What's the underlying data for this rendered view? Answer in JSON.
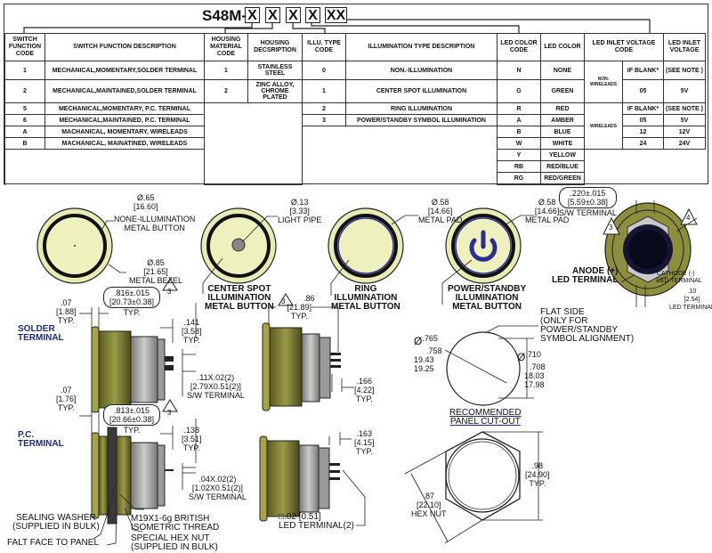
{
  "part_number": {
    "prefix": "S48M-",
    "fields": [
      "X",
      "X",
      "X",
      "X",
      "XX"
    ]
  },
  "table": {
    "headers": {
      "switch_function_code": "SWITCH FUNCTION CODE",
      "switch_function_description": "SWITCH FUNCTION DESCRIPTION",
      "housing_material_code": "HOUSING MATERIAL CODE",
      "housing_description": "HOUSING DECSRIPTION",
      "illu_type_code": "ILLU. TYPE CODE",
      "illumination_type_description": "ILLUMINATION TYPE DESCRIPTION",
      "led_color_code": "LED COLOR CODE",
      "led_color": "LED COLOR",
      "led_inlet_voltage_code": "LED INLET VOLTAGE CODE",
      "led_inlet_voltage": "LED INLET VOLTAGE"
    },
    "switch_functions": [
      {
        "code": "1",
        "description": "MECHANICAL,MOMENTARY,SOLDER TERMINAL"
      },
      {
        "code": "2",
        "description": "MECHANICAL,MAINTAINED,SOLDER TERMINAL"
      },
      {
        "code": "5",
        "description": "MECHANICAL,MOMENTARY, P.C. TERMINAL"
      },
      {
        "code": "6",
        "description": "MECHANICAL,MAINTAINED, P.C. TERMINAL"
      },
      {
        "code": "A",
        "description": "MACHANICAL, MOMENTARY, WIRELEADS"
      },
      {
        "code": "B",
        "description": "MACHANICAL, MAINATINED, WIRELEADS"
      }
    ],
    "housings": [
      {
        "code": "1",
        "description": "STAINLESS STEEL"
      },
      {
        "code": "2",
        "description": "ZINC ALLOY, CHROME PLATED"
      }
    ],
    "illumination_types": [
      {
        "code": "0",
        "description": "NON.-ILLUMINATION"
      },
      {
        "code": "1",
        "description": "CENTER SPOT ILLUMINATION"
      },
      {
        "code": "2",
        "description": "RING ILLUMINATION"
      },
      {
        "code": "3",
        "description": "POWER/STANDBY SYMBOL ILLUMINATION"
      }
    ],
    "led_colors": [
      {
        "code": "N",
        "color": "NONE"
      },
      {
        "code": "G",
        "color": "GREEN"
      },
      {
        "code": "R",
        "color": "RED"
      },
      {
        "code": "A",
        "color": "AMBER"
      },
      {
        "code": "B",
        "color": "BLUE"
      },
      {
        "code": "W",
        "color": "WHITE"
      },
      {
        "code": "Y",
        "color": "YELLOW"
      },
      {
        "code": "RB",
        "color": "RED/BLUE"
      },
      {
        "code": "RG",
        "color": "RED/GREEN"
      }
    ],
    "voltage_groups": {
      "non_wireleads": "NON-WIRELEADS",
      "wireleads": "WIRELEADS"
    },
    "voltages": [
      {
        "code": "IF BLANK*",
        "voltage": "(SEE NOTE )"
      },
      {
        "code": "05",
        "voltage": "5V"
      },
      {
        "code": "IF BLANK*",
        "voltage": "(SEE NOTE )"
      },
      {
        "code": "05",
        "voltage": "5V"
      },
      {
        "code": "12",
        "voltage": "12V"
      },
      {
        "code": "24",
        "voltage": "24V"
      }
    ]
  },
  "drawing": {
    "buttons": {
      "none": {
        "dia1": "Ø.65",
        "dia1_mm": "[16.60]",
        "name1": "NONE-ILLUMINATION",
        "name2": "METAL BUTTON",
        "bezel_dia": "Ø.85",
        "bezel_mm": "[21.65]",
        "bezel_label": "METAL BEZEL"
      },
      "center": {
        "dia": "Ø.13",
        "dia_mm": "[3.33]",
        "label": "LIGHT PIPE",
        "name": [
          "CENTER SPOT",
          "ILLUMINATION",
          "METAL BUTTON"
        ]
      },
      "ring": {
        "dia": "Ø.58",
        "dia_mm": "[14.66]",
        "label": "METAL PAD",
        "name": [
          "RING",
          "ILLUMINATION",
          "METAL BUTTON"
        ]
      },
      "power": {
        "dia": "Ø.58",
        "dia_mm": "[14.66]",
        "label": "METAL PAD",
        "name": [
          "POWER/STANDBY",
          "ILLUMINATION",
          "METAL BUTTON"
        ]
      }
    },
    "rear_view": {
      "sw_dim": ".220±.015",
      "sw_dim_mm": "[5.59±0.38]",
      "sw_label": "S/W TERMINAL",
      "note3": "3",
      "note4": "4",
      "anode": [
        "ANODE (+)",
        "LED TERMINAL"
      ],
      "cathode": [
        "CATHODE (-)",
        "LED TERMINAL"
      ],
      "led_pitch": ".10",
      "led_pitch_mm": "[2.54]",
      "led_pitch_label": "LED TERMINAL"
    },
    "solder": {
      "title": [
        "SOLDER",
        "TERMINAL"
      ],
      "bezel_t": ".07",
      "bezel_t_mm": "[1.88]",
      "bezel_t_typ": "TYP.",
      "body": ".816±.015",
      "body_mm": "[20.73±0.38]",
      "body_typ": "TYP.",
      "term_len": ".141",
      "term_len_mm": "[3.58]",
      "term_typ": "TYP.",
      "term_size": ".11X.02(2)",
      "term_size_mm": "[2.79X0.51(2)]",
      "term_label": "S/W TERMINAL"
    },
    "solder_side2": {
      "len": ".86",
      "len_mm": "[21.89]",
      "len_typ": "TYP.",
      "led_len": ".166",
      "led_len_mm": "[4.22]",
      "led_typ": "TYP."
    },
    "pc": {
      "title": [
        "P.C.",
        "TERMINAL"
      ],
      "bezel_t": ".07",
      "bezel_t_mm": "[1.76]",
      "bezel_t_typ": "TYP.",
      "body": ".813±.015",
      "body_mm": "[20.66±0.38]",
      "body_typ": "TYP.",
      "term_len": ".138",
      "term_len_mm": "[3.51]",
      "term_typ": "TYP.",
      "term_size": ".04X.02(2)",
      "term_size_mm": "[1.02X0.51(2)]",
      "term_label": "S/W TERMINAL",
      "washer": [
        "SEALING WASHER",
        "(SUPPLIED IN BULK)"
      ],
      "flat_face": "FALT FACE TO PANEL",
      "thread": [
        "M19X1-6g BRITISH",
        "ISOMETRIC THREAD"
      ],
      "hex": [
        "SPECIAL HEX NUT",
        "(SUPPLIED IN BULK)"
      ]
    },
    "pc_side2": {
      "led_len": ".163",
      "led_len_mm": "[4.15]",
      "led_typ": "TYP.",
      "led_size": "□.02 [0.51]",
      "led_label": "LED TERMINAL(2)"
    },
    "cutout": {
      "flat": [
        "FLAT SIDE",
        "(ONLY FOR",
        "POWER/STANDBY",
        "SYMBOL ALIGNMENT)"
      ],
      "d1": "Ø",
      "d1_hi": ".765",
      "d1_lo": ".758",
      "d1_mm_hi": "19.43",
      "d1_mm_lo": "19.25",
      "d2": "Ø",
      "d2_hi": ".710",
      "d2_lo": ".708",
      "d2_mm_hi": "18.03",
      "d2_mm_lo": "17.98",
      "title": [
        "RECOMMENDED",
        "PANEL CUT-OUT"
      ]
    },
    "hexnut": {
      "height": ".98",
      "height_mm": "[24.90]",
      "height_typ": "TYP.",
      "flats": ".87",
      "flats_mm": "[22.10]",
      "label": "HEX NUT"
    }
  },
  "colors": {
    "bezel": "#e9ebb4",
    "button": "#eef0bd",
    "ring_blue": "#2b2f8e",
    "label_blue": "#1c2a8a"
  }
}
